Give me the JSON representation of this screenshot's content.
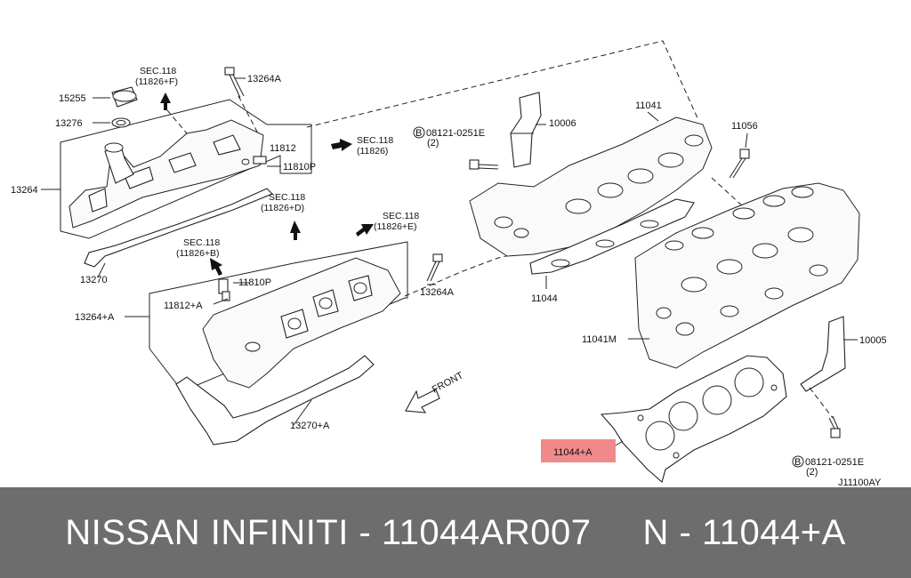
{
  "labels": {
    "sec_118_f": "SEC.118",
    "sec_118_f_ref": "(11826+F)",
    "p13264a_top": "13264A",
    "p15255": "15255",
    "p13276": "13276",
    "p13264": "13264",
    "p11812": "11812",
    "p11810p_top": "11810P",
    "sec_118_right": "SEC.118",
    "sec_118_right_ref": "(11826)",
    "sec_118_d": "SEC.118",
    "sec_118_d_ref": "(11826+D)",
    "sec_118_e": "SEC.118",
    "sec_118_e_ref": "(11826+E)",
    "sec_118_b": "SEC.118",
    "sec_118_b_ref": "(11826+B)",
    "p13270": "13270",
    "p11810p_mid": "11810P",
    "p11812a": "11812+A",
    "p13264a_mid": "13264A",
    "p13264plusA": "13264+A",
    "p13270a": "13270+A",
    "bolt_top": "08121-0251E",
    "bolt_top_qty": "(2)",
    "p10006": "10006",
    "p11041": "11041",
    "p11056": "11056",
    "p11044": "11044",
    "p11041m": "11041M",
    "p10005": "10005",
    "p11044a": "11044+A",
    "bolt_bottom": "08121-0251E",
    "bolt_bottom_qty": "(2)",
    "front": "FRONT",
    "bolt_mark": "B",
    "diagram_code": "J11100AY"
  },
  "colors": {
    "highlight": "#f08a8a",
    "footer_bg": "#6d6d6d",
    "footer_text": "#ffffff"
  },
  "footer": {
    "part_ref": "NISSAN INFINITI - 11044AR007",
    "callout": "N - 11044+A"
  }
}
